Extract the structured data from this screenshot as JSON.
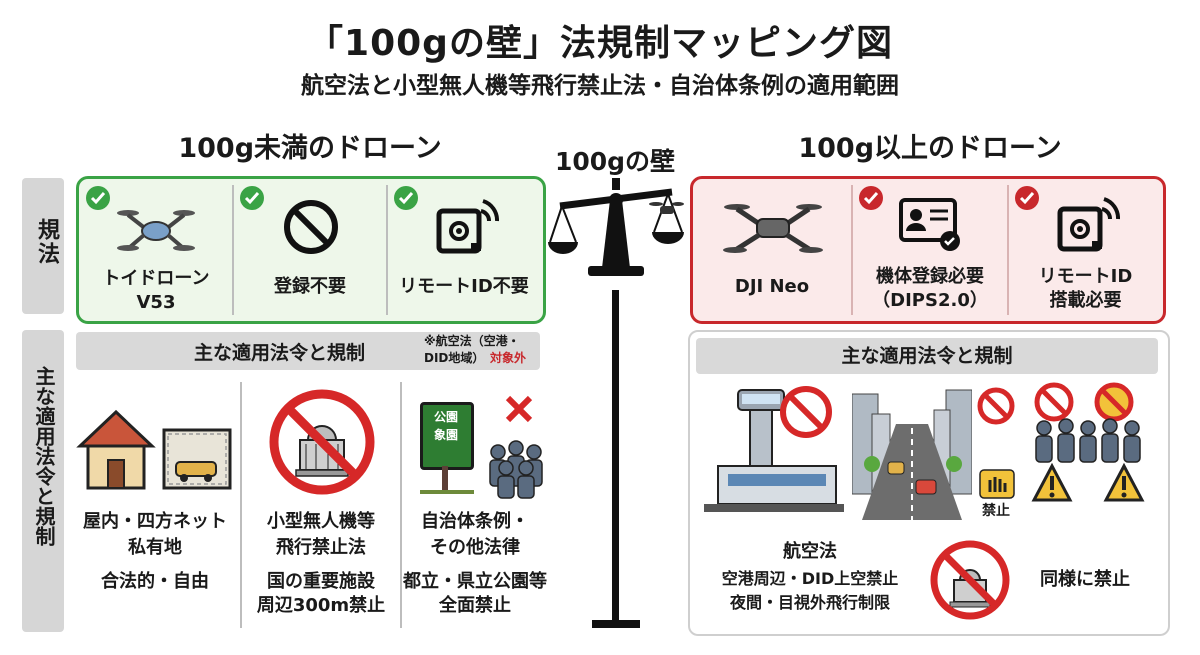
{
  "title": "「100gの壁」法規制マッピング図",
  "subtitle": "航空法と小型無人機等飛行禁止法・自治体条例の適用範囲",
  "center_label": "100gの壁",
  "left": {
    "heading": "100g未満のドローン",
    "top_items": [
      {
        "line1": "トイドローン",
        "line2": "V53"
      },
      {
        "line1": "登録不要"
      },
      {
        "line1": "リモートID不要"
      }
    ],
    "bar_label": "主な適用法令と規制",
    "bar_note1": "※航空法（空港・",
    "bar_note2": "DID地域）",
    "bar_note_red": "対象外",
    "bottom_items": [
      {
        "line1": "屋内・四方ネット",
        "line2": "私有地",
        "line3": "合法的・自由"
      },
      {
        "line1": "小型無人機等",
        "line2": "飛行禁止法",
        "line3": "国の重要施設",
        "line4": "周辺300m禁止"
      },
      {
        "line1": "自治体条例・",
        "line2": "その他法律",
        "line3": "都立・県立公園等",
        "line4": "全面禁止"
      }
    ],
    "park_sign": {
      "line1": "公園",
      "line2": "象園"
    }
  },
  "right": {
    "heading": "100g以上のドローン",
    "top_items": [
      {
        "line1": "DJI Neo"
      },
      {
        "line1": "機体登録必要",
        "line2": "（DIPS2.0）"
      },
      {
        "line1": "リモートID",
        "line2": "搭載必要"
      }
    ],
    "bar_label": "主な適用法令と規制",
    "airport": {
      "line1": "航空法",
      "line2": "空港周辺・DID上空禁止",
      "line3": "夜間・目視外飛行制限"
    },
    "ban_tag": "禁止",
    "same_ban": "同様に禁止"
  },
  "sidebar": {
    "top": "規法",
    "bottom": "主な適用法令と規制"
  },
  "colors": {
    "green": "#3aa345",
    "red": "#c8282c",
    "green_bg": "#eef7ea",
    "red_bg": "#fbeaea"
  }
}
